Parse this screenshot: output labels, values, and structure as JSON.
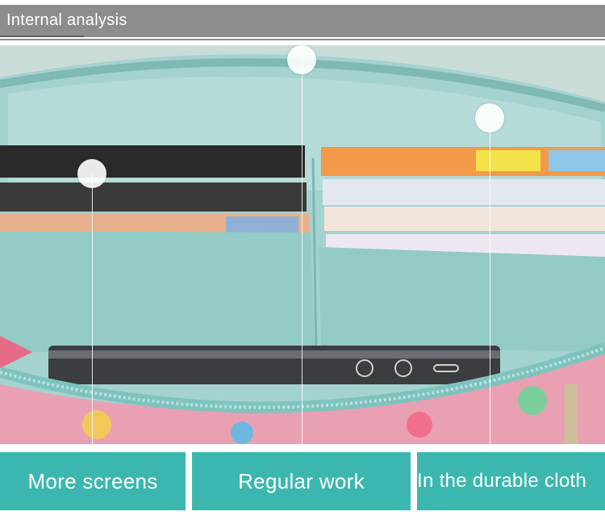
{
  "header": {
    "title": "Internal analysis"
  },
  "features": [
    {
      "label": "More screens"
    },
    {
      "label": "Regular work"
    },
    {
      "label": "In the durable cloth"
    }
  ],
  "colors": {
    "accent": "#3bb7b0",
    "header": "#8d8d8d",
    "lining": "#9fcfcc"
  }
}
